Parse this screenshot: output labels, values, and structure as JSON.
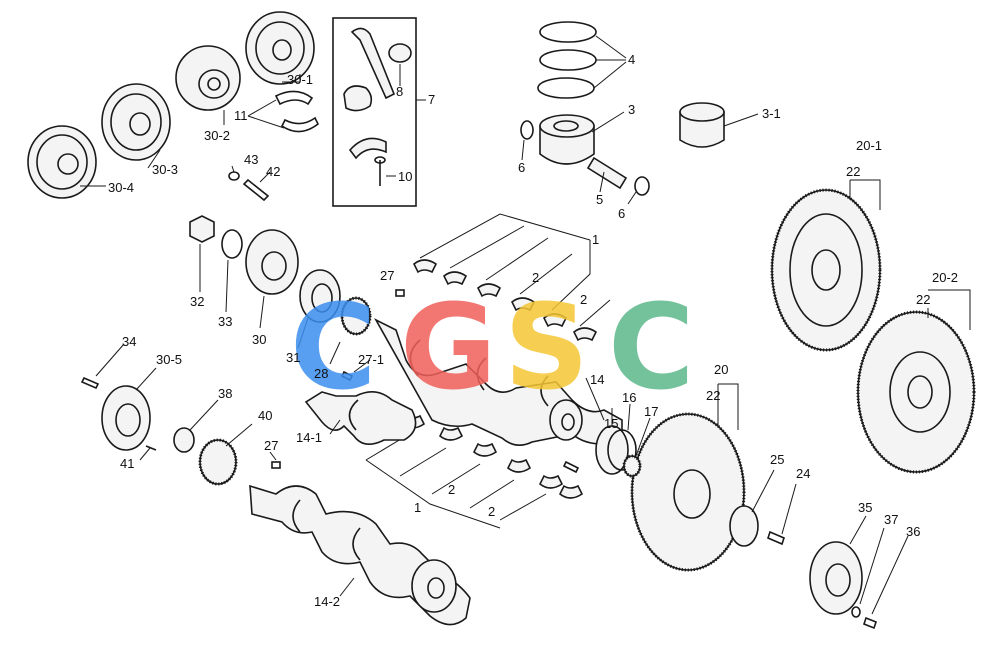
{
  "watermark": {
    "letters": [
      "C",
      "G",
      "S",
      "C"
    ],
    "colors": [
      "#3b8ff0",
      "#f0605a",
      "#f5c634",
      "#5cb88a"
    ]
  },
  "callouts": {
    "c30_1": "30-1",
    "c30_2": "30-2",
    "c30_3": "30-3",
    "c30_4": "30-4",
    "c11": "11",
    "c43": "43",
    "c42": "42",
    "c8": "8",
    "c7": "7",
    "c10": "10",
    "c4": "4",
    "c3": "3",
    "c3_1": "3-1",
    "c6a": "6",
    "c5": "5",
    "c6b": "6",
    "c20_1": "20-1",
    "c22a": "22",
    "c20_2": "20-2",
    "c22b": "22",
    "c1a": "1",
    "c2a": "2",
    "c2b": "2",
    "c27a": "27",
    "c32": "32",
    "c33": "33",
    "c30": "30",
    "c31": "31",
    "c28": "28",
    "c27_1": "27-1",
    "c14": "14",
    "c34": "34",
    "c30_5": "30-5",
    "c38": "38",
    "c40": "40",
    "c41": "41",
    "c14_1": "14-1",
    "c27b": "27",
    "c15": "15",
    "c16": "16",
    "c17": "17",
    "c20": "20",
    "c22c": "22",
    "c25": "25",
    "c24": "24",
    "c2c": "2",
    "c1b": "1",
    "c2d": "2",
    "c14_2": "14-2",
    "c35": "35",
    "c37": "37",
    "c36": "36"
  }
}
